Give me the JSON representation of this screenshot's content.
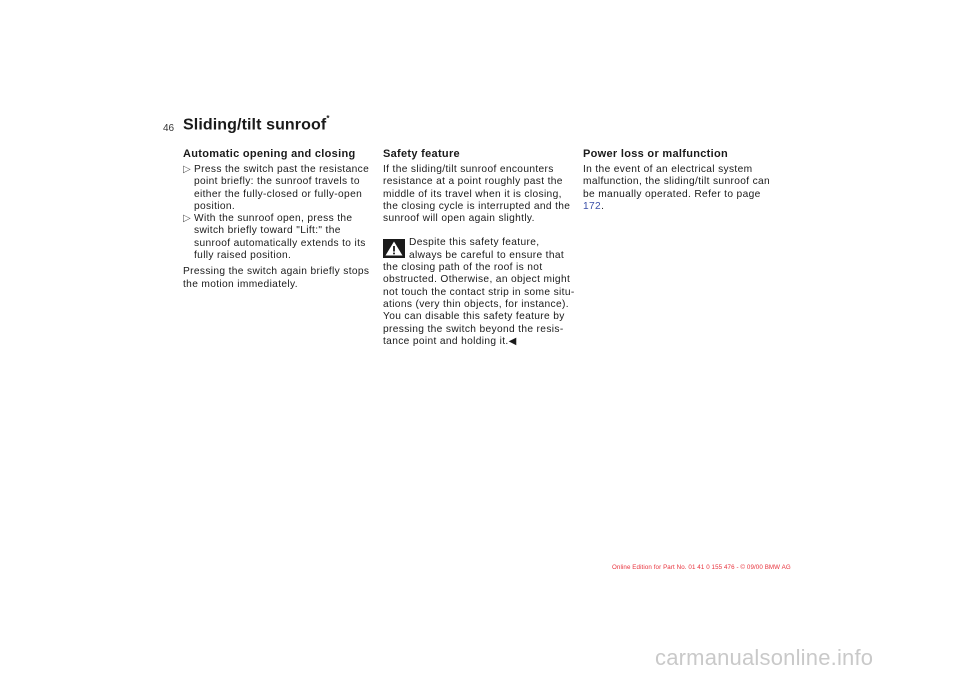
{
  "page": {
    "number": "46",
    "title": "Sliding/tilt sunroof",
    "title_marker": "*"
  },
  "columns": {
    "auto": {
      "heading": "Automatic opening and closing",
      "bullets": [
        "Press the switch past the resistance point briefly: the sunroof travels to either the fully-closed or fully-open position.",
        "With the sunroof open, press the switch briefly toward \"Lift:\" the sunroof automatically extends to its fully raised position."
      ],
      "bullet_marker": "▷",
      "paragraph": "Pressing the switch again briefly stops the motion immediately."
    },
    "safety": {
      "heading": "Safety feature",
      "paragraph": "If the sliding/tilt sunroof encounters resistance at a point roughly past the middle of its travel when it is closing, the closing cycle is interrupted and the sunroof will open again slightly.",
      "warning_text": "Despite this safety feature, always be careful to ensure that the closing path of the roof is not obstructed. Otherwise, an object might not touch the contact strip in some situ-ations (very thin objects, for instance). You can disable this safety feature by pressing the switch beyond the resis-tance point and holding it.",
      "end_marker": "◀"
    },
    "power": {
      "heading": "Power loss or malfunction",
      "paragraph_before": "In the event of an electrical system malfunction, the sliding/tilt sunroof can be manually operated. Refer to page",
      "page_ref": "172",
      "paragraph_after": "."
    }
  },
  "footer": "Online Edition for Part No. 01 41 0 155 476 - © 09/00 BMW AG",
  "watermark": "carmanualsonline.info",
  "colors": {
    "link": "#3b4fa8",
    "footer": "#e8323c",
    "watermark": "#c9c9c9"
  }
}
